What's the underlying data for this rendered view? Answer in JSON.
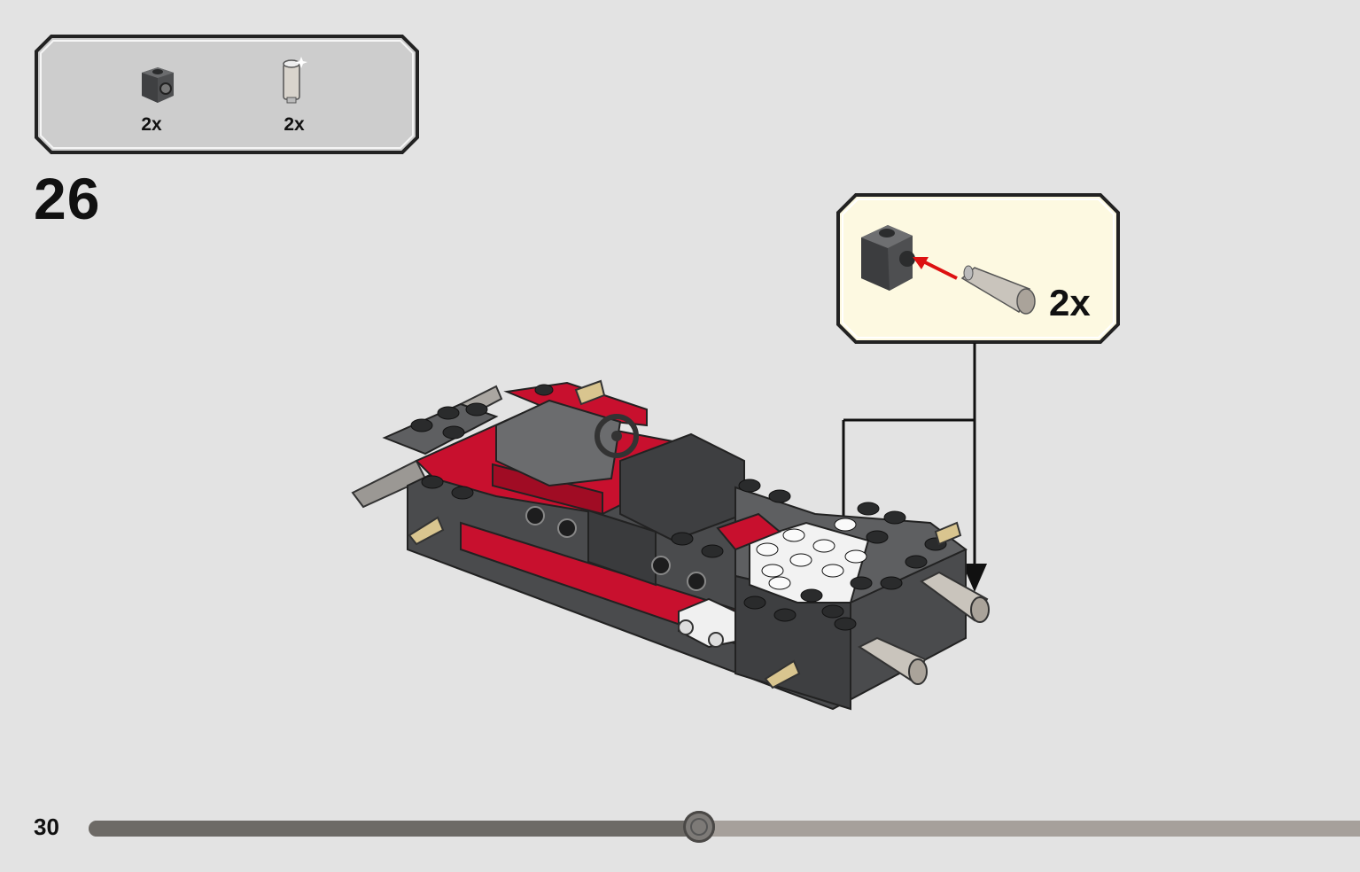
{
  "parts_list": {
    "items": [
      {
        "icon": "bracket-brick-icon",
        "quantity": "2x",
        "color": "#5a5b5d"
      },
      {
        "icon": "pin-connector-icon",
        "quantity": "2x",
        "color": "#c9c4bc"
      }
    ]
  },
  "step": {
    "number": "26"
  },
  "callout": {
    "quantity": "2x",
    "background": "#fdf9e1"
  },
  "page": {
    "number": "30"
  },
  "progress": {
    "fraction": 0.48
  },
  "colors": {
    "background": "#e3e3e3",
    "model_red": "#c8102e",
    "dark_gray": "#5a5b5d",
    "arrow": "#111111"
  }
}
